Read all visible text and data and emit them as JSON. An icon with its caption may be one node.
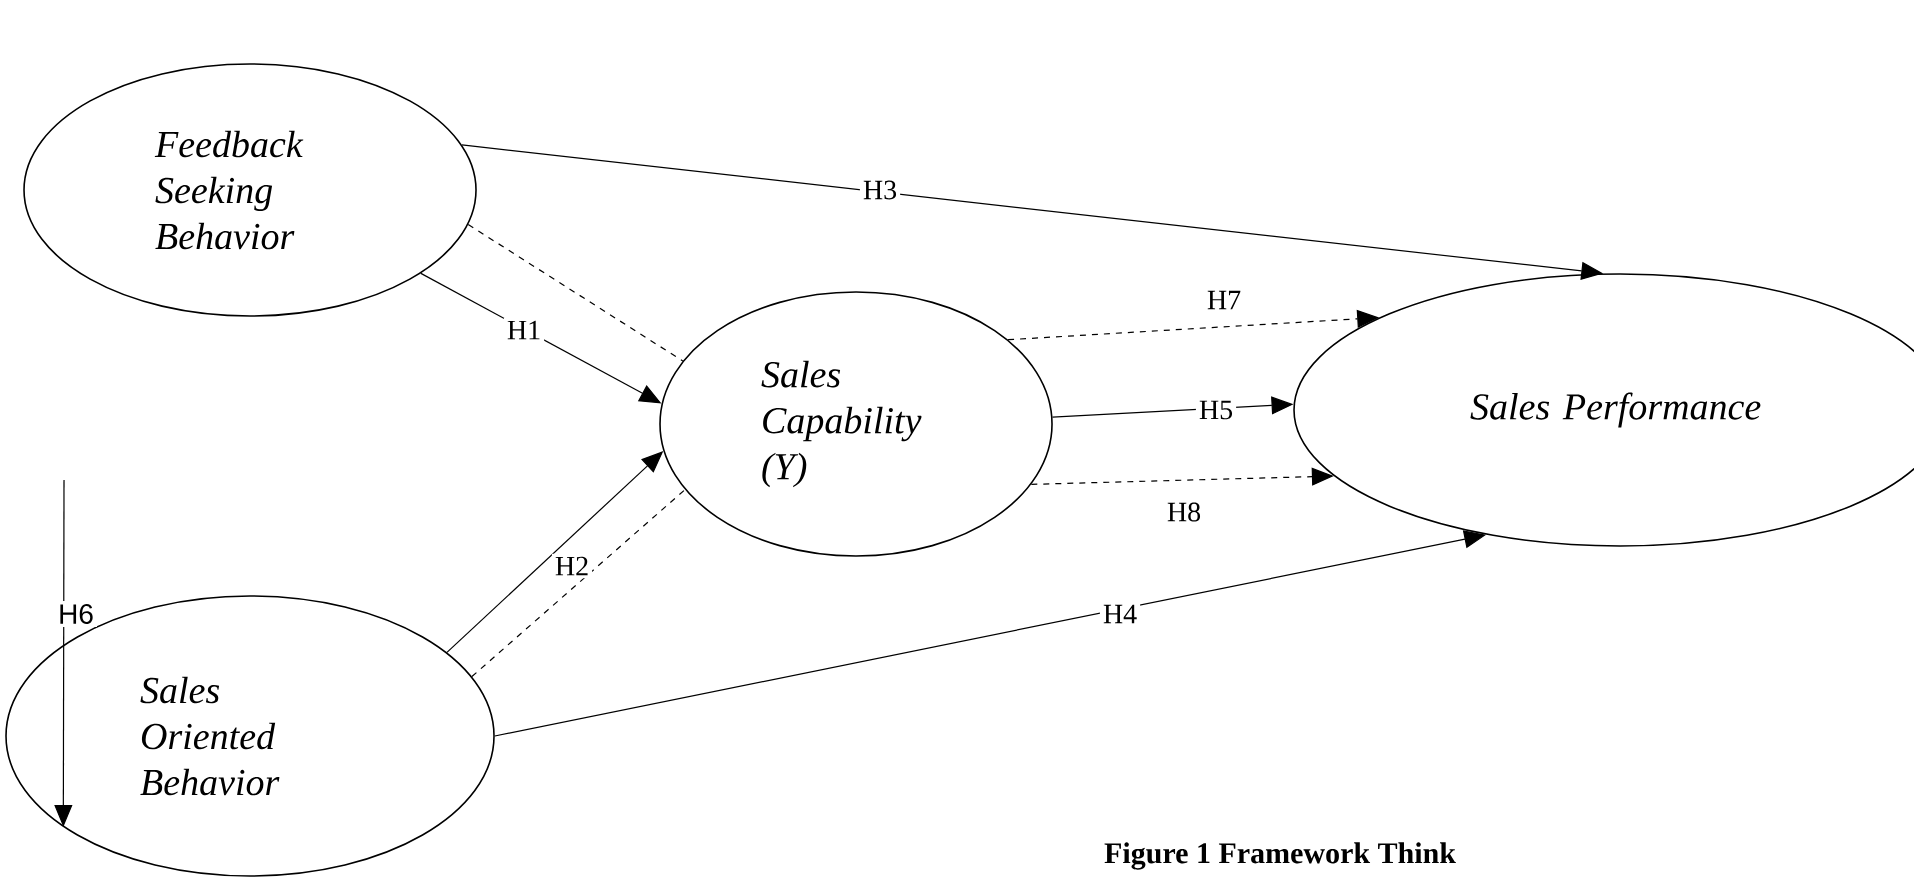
{
  "diagram": {
    "caption": "Figure 1 Framework Think",
    "nodes": [
      {
        "text": [
          "Feedback Seeking Behavior"
        ]
      },
      {
        "text": [
          "Sales Capability (Y)"
        ]
      },
      {
        "text": [
          "Sales Performance"
        ]
      },
      {
        "text": [
          "Sales Oriented Behavior"
        ]
      }
    ],
    "edges": [
      {
        "from": 0,
        "to": 2,
        "arrow": "to",
        "label": "H3"
      },
      {
        "from": 0,
        "to": 1,
        "arrow": "to",
        "label": "H1"
      },
      {
        "from": 0,
        "to": 1,
        "arrow": "none",
        "style": "dashed"
      },
      {
        "from": 3,
        "to": 1,
        "arrow": "to",
        "label": "H2"
      },
      {
        "from": 3,
        "to": 1,
        "arrow": "none",
        "style": "dashed"
      },
      {
        "from": 1,
        "to": 2,
        "arrow": "to",
        "label": "H5"
      },
      {
        "from": 1,
        "to": 2,
        "arrow": "to",
        "label": "H7",
        "style": "dashed"
      },
      {
        "from": 1,
        "to": 2,
        "arrow": "to",
        "label": "H8",
        "style": "dashed"
      },
      {
        "from": 3,
        "to": 2,
        "arrow": "to",
        "label": "H4"
      },
      {
        "from": null,
        "to": 3,
        "arrow": "to",
        "label": "H6"
      }
    ]
  }
}
